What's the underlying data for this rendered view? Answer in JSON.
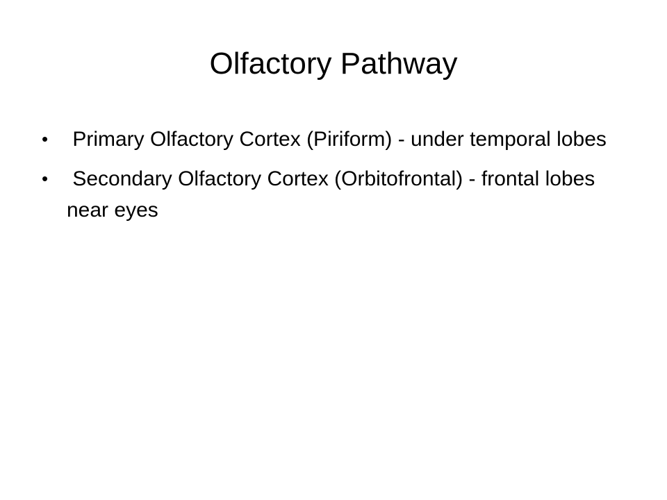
{
  "slide": {
    "title": "Olfactory Pathway",
    "bullet_symbol": "•",
    "bullets": [
      {
        "text": " Primary Olfactory Cortex (Piriform) - under temporal lobes"
      },
      {
        "text": " Secondary Olfactory Cortex (Orbitofrontal) - frontal lobes near eyes"
      }
    ]
  }
}
